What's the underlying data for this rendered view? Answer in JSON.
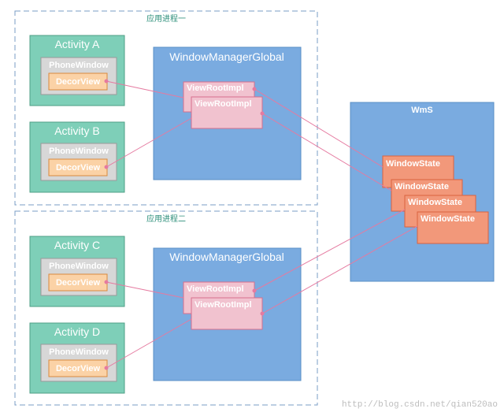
{
  "processes": [
    {
      "label": "应用进程一"
    },
    {
      "label": "应用进程二"
    }
  ],
  "activities": [
    {
      "title": "Activity A",
      "window_label": "PhoneWindow",
      "view_label": "DecorView"
    },
    {
      "title": "Activity B",
      "window_label": "PhoneWindow",
      "view_label": "DecorView"
    },
    {
      "title": "Activity C",
      "window_label": "PhoneWindow",
      "view_label": "DecorView"
    },
    {
      "title": "Activity D",
      "window_label": "PhoneWindow",
      "view_label": "DecorView"
    }
  ],
  "window_manager_globals": [
    {
      "title": "WindowManagerGlobal",
      "roots": [
        "ViewRootImpl",
        "ViewRootImpl"
      ]
    },
    {
      "title": "WindowManagerGlobal",
      "roots": [
        "ViewRootImpl",
        "ViewRootImpl"
      ]
    }
  ],
  "wms": {
    "title": "WmS",
    "states": [
      "WindowState",
      "WindowState",
      "WindowState",
      "WindowState"
    ]
  },
  "watermark": "http://blog.csdn.net/qian520ao",
  "colors": {
    "process_border": "#7a9cc6",
    "activity_fill": "#7ecfb8",
    "activity_border": "#4f9f86",
    "phonewindow_fill": "#d7d7d7",
    "decorview_fill": "#fbd2a6",
    "decorview_border": "#d98a3d",
    "wmg_fill": "#7aabe0",
    "wmg_border": "#5a8fc6",
    "viewroot_fill": "#f1c2cf",
    "viewroot_border": "#d66f8d",
    "wms_fill": "#7aabe0",
    "windowstate_fill": "#f2987a",
    "windowstate_border": "#d9623f",
    "connector": "#e57aa0",
    "process_label": "#2d8f7a"
  }
}
